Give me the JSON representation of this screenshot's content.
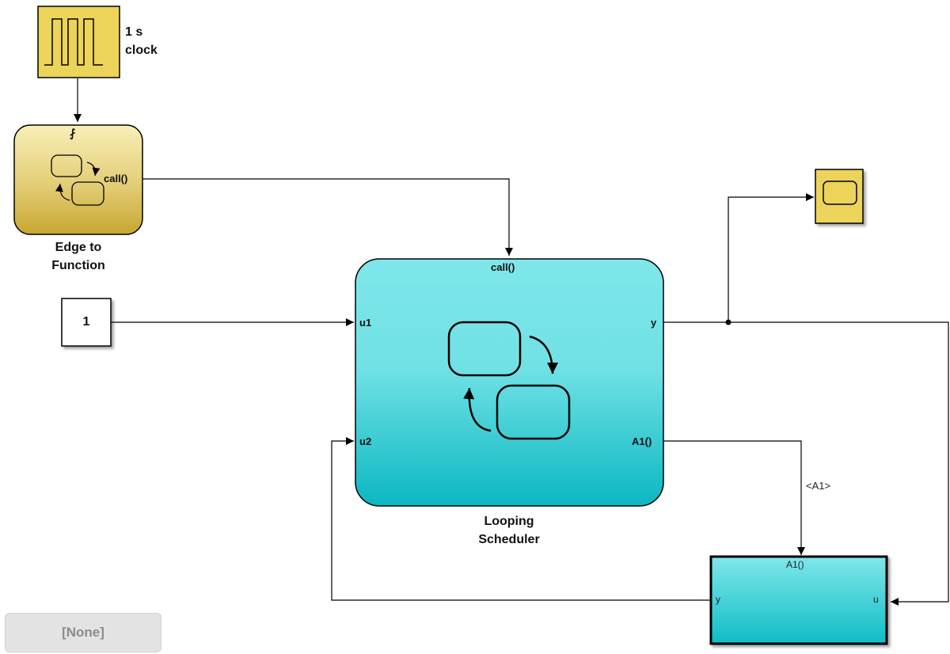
{
  "colors": {
    "clock_fill": "#ecd35a",
    "chart_gold_top": "#f8efb8",
    "chart_gold_bottom": "#c7a631",
    "cyan_top": "#7fe7ea",
    "cyan_bottom": "#0bb7c2",
    "line": "#000000"
  },
  "clock": {
    "name_line1": "1 s",
    "name_line2": "clock",
    "icon": "pulse-wave-icon"
  },
  "edge_chart": {
    "name_line1": "Edge to",
    "name_line2": "Function",
    "trigger_glyph": "⨏",
    "output_port": "call()",
    "icon": "stateflow-chart-icon"
  },
  "constant": {
    "value": "1"
  },
  "scope": {
    "icon": "scope-screen-icon"
  },
  "scheduler": {
    "name_line1": "Looping",
    "name_line2": "Scheduler",
    "trigger_port": "call()",
    "input_ports": [
      "u1",
      "u2"
    ],
    "output_ports": [
      "y",
      "A1()"
    ],
    "icon": "stateflow-chart-icon"
  },
  "subsystem": {
    "trigger_port": "A1()",
    "output_port": "y",
    "input_port": "u"
  },
  "signals": {
    "a1_label": "<A1>"
  },
  "status": {
    "none_label": "[None]"
  }
}
